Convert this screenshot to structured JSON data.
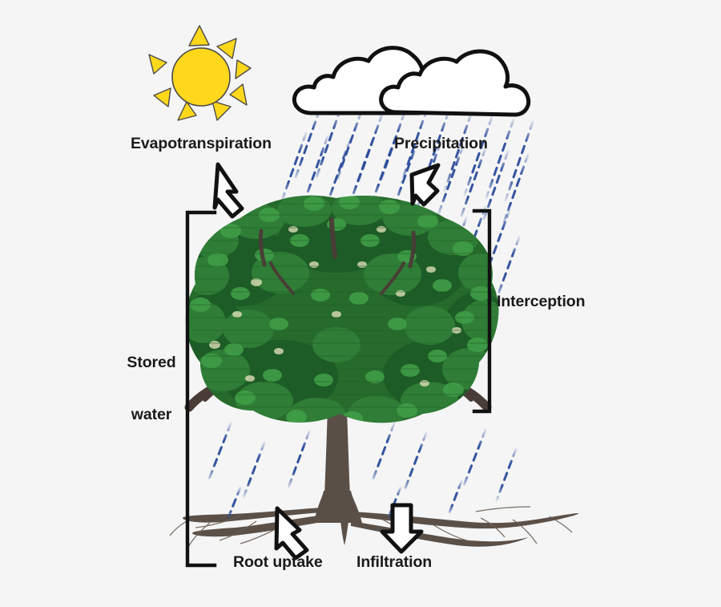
{
  "diagram": {
    "title": "Water cycle in a tree (evapotranspiration diagram)",
    "background_color": "#f5f5f5"
  },
  "labels": {
    "evapotranspiration": "Evapotranspiration",
    "precipitation": "Precipitation",
    "interception": "Interception",
    "stored_water_line1": "Stored",
    "stored_water_line2": "water",
    "root_uptake": "Root uptake",
    "infiltration": "Infiltration"
  },
  "icons": {
    "sun": "sun-icon",
    "cloud_left": "cloud-icon",
    "cloud_right": "cloud-icon",
    "rain": "rain-streaks-icon",
    "tree": "tree-icon",
    "canopy": "tree-canopy-icon",
    "trunk": "tree-trunk-icon",
    "roots": "tree-roots-icon",
    "ground": "ground-line-icon",
    "arrow_evapotranspiration": "arrow-up-left-icon",
    "arrow_precipitation": "arrow-down-left-icon",
    "arrow_root_uptake": "arrow-up-left-icon",
    "arrow_infiltration": "arrow-down-icon",
    "bracket_stored_water": "bracket-left-icon",
    "bracket_interception": "bracket-right-icon"
  },
  "colors": {
    "background": "#f5f5f5",
    "sun_fill": "#ffd81c",
    "sun_stroke": "#4a4a4a",
    "cloud_fill": "#ffffff",
    "cloud_stroke": "#101010",
    "rain": "#2b4c9b",
    "leaf_dark": "#1d5c26",
    "leaf_mid": "#2f7d36",
    "leaf_light": "#3f9c46",
    "leaf_highlight": "#e8e6c0",
    "branch": "#4a3c37",
    "trunk": "#5a4f47",
    "root": "#5b5048",
    "arrow_fill": "#ffffff",
    "arrow_stroke": "#111111",
    "bracket": "#111111",
    "text": "#1a1a1a"
  }
}
